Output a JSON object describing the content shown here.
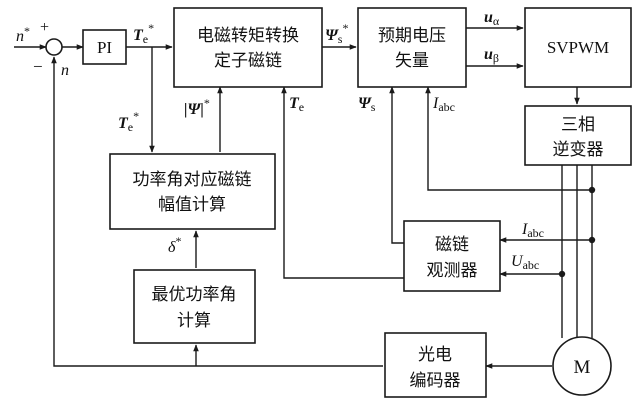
{
  "blocks": {
    "pi": "PI",
    "converter_line1": "电磁转矩转换",
    "converter_line2": "定子磁链",
    "expected_voltage_line1": "预期电压",
    "expected_voltage_line2": "矢量",
    "svpwm": "SVPWM",
    "inverter_line1": "三相",
    "inverter_line2": "逆变器",
    "power_angle_line1": "功率角对应磁链",
    "power_angle_line2": "幅值计算",
    "optimal_angle_line1": "最优功率角",
    "optimal_angle_line2": "计算",
    "flux_observer_line1": "磁链",
    "flux_observer_line2": "观测器",
    "encoder_line1": "光电",
    "encoder_line2": "编码器",
    "motor": "M"
  },
  "signals": {
    "n_ref": "n",
    "n_ref_sup": "*",
    "n_fb": "n",
    "plus": "+",
    "minus": "−",
    "te_ref": "T",
    "te_ref_sub": "e",
    "te_ref_sup": "*",
    "psi_ref": "Ψ",
    "psi_ref_sub": "s",
    "psi_ref_sup": "*",
    "psi_mag": "|Ψ|",
    "psi_mag_sup": "*",
    "te": "T",
    "te_sub": "e",
    "psi_s": "Ψ",
    "psi_s_sub": "s",
    "i_abc": "I",
    "i_abc_sub": "abc",
    "u_alpha": "u",
    "u_alpha_sub": "α",
    "u_beta": "u",
    "u_beta_sub": "β",
    "delta": "δ",
    "delta_sup": "*",
    "u_abc": "U",
    "u_abc_sub": "abc"
  }
}
